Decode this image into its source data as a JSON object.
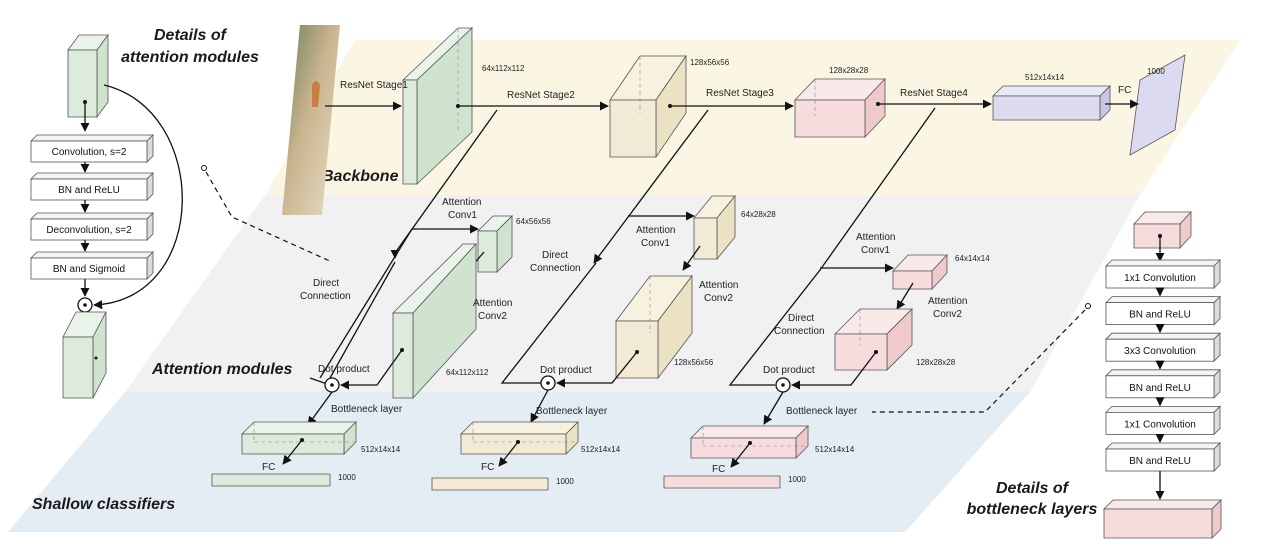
{
  "titles": {
    "attention_details": [
      "Details of",
      "attention modules"
    ],
    "backbone": "Backbone",
    "attention_modules": "Attention modules",
    "shallow_classifiers": "Shallow classifiers",
    "bottleneck_details": [
      "Details of",
      "bottleneck layers"
    ]
  },
  "backbone": {
    "stage_labels": [
      "ResNet Stage1",
      "ResNet Stage2",
      "ResNet Stage3",
      "ResNet Stage4"
    ],
    "dims": [
      "64x112x112",
      "128x56x56",
      "128x28x28",
      "512x14x14"
    ],
    "fc_label": "FC",
    "fc_dim": "1000"
  },
  "attention": {
    "conv1_label": [
      "Attention",
      "Conv1"
    ],
    "conv2_label": [
      "Attention",
      "Conv2"
    ],
    "direct_label": [
      "Direct",
      "Connection"
    ],
    "dot_label": "Dot product",
    "branches": [
      {
        "conv1_dim": "64x56x56",
        "conv2_dim": "64x112x112"
      },
      {
        "conv1_dim": "64x28x28",
        "conv2_dim": "128x56x56"
      },
      {
        "conv1_dim": "64x14x14",
        "conv2_dim": "128x28x28"
      }
    ]
  },
  "shallow": {
    "bottleneck_label": "Bottleneck layer",
    "block_dim": "512x14x14",
    "fc_label": "FC",
    "fc_dim": "1000"
  },
  "attention_detail_steps": [
    "Convolution, s=2",
    "BN and ReLU",
    "Deconvolution, s=2",
    "BN and Sigmoid"
  ],
  "bottleneck_detail_steps": [
    "1x1 Convolution",
    "BN and ReLU",
    "3x3 Convolution",
    "BN and ReLU",
    "1x1 Convolution",
    "BN and ReLU"
  ],
  "colors": {
    "plane_backbone": "#fbf6e4",
    "plane_attention": "#f1f1f3",
    "plane_shallow": "#e4edf3",
    "green": "#dcebdc",
    "tan": "#f2ead4",
    "pink": "#f6dcdc",
    "purple": "#dcdaf0"
  }
}
